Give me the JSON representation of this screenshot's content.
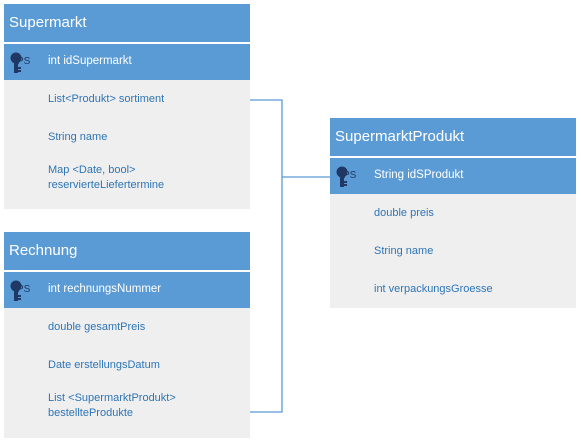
{
  "colors": {
    "header": "#5b9bd5",
    "body": "#efefef",
    "attribute_text": "#2e75b6",
    "connector": "#5b9bd5"
  },
  "entities": {
    "supermarkt": {
      "title": "Supermarkt",
      "pk_tag": "PS",
      "pk": "int idSupermarkt",
      "attributes": [
        "List<Produkt> sortiment",
        "String name",
        "Map <Date, bool>",
        "reservierteLiefertermine"
      ]
    },
    "rechnung": {
      "title": "Rechnung",
      "pk_tag": "PS",
      "pk": "int rechnungsNummer",
      "attributes": [
        "double gesamtPreis",
        "Date erstellungsDatum",
        "List <SupermarktProdukt>",
        "bestellteProdukte"
      ]
    },
    "supermarkt_produkt": {
      "title": "SupermarktProdukt",
      "pk_tag": "PS",
      "pk": "String  idSProdukt",
      "attributes": [
        "double preis",
        "String name",
        "int verpackungsGroesse"
      ]
    }
  }
}
